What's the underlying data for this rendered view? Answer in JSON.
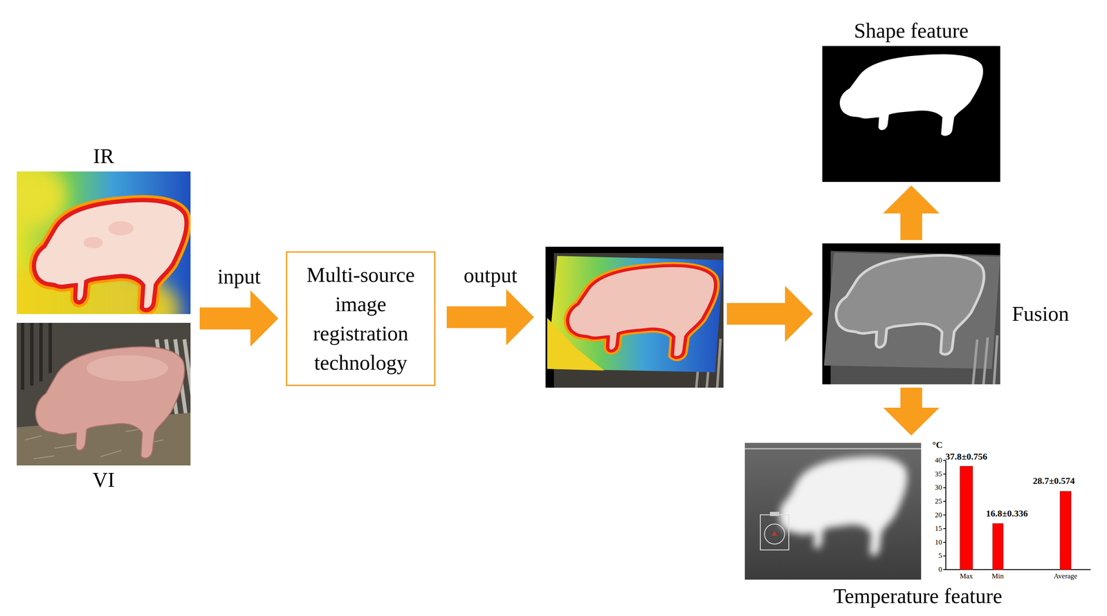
{
  "diagram": {
    "nodes": [
      {
        "text": [
          "IR"
        ]
      },
      {
        "text": [
          "VI"
        ]
      },
      {
        "text": [
          "Multi-source image registration technology"
        ]
      },
      {
        "text": []
      },
      {
        "text": [
          "Fusion"
        ]
      },
      {
        "text": [
          "Shape feature"
        ]
      },
      {
        "text": [
          "Temperature feature"
        ]
      }
    ],
    "edges": [
      {
        "from": 0,
        "to": 2,
        "arrow": "to",
        "label": "input"
      },
      {
        "from": 1,
        "to": 2,
        "arrow": "to"
      },
      {
        "from": 2,
        "to": 3,
        "arrow": "to",
        "label": "output"
      },
      {
        "from": 3,
        "to": 4,
        "arrow": "to"
      },
      {
        "from": 4,
        "to": 5,
        "arrow": "to"
      },
      {
        "from": 4,
        "to": 6,
        "arrow": "to"
      }
    ],
    "labels": [
      "°C",
      "40",
      "35",
      "30",
      "25",
      "20",
      "15",
      "10",
      "5",
      "0",
      "37.8±0.756",
      "16.8±0.336",
      "28.7±0.574",
      "Max",
      "Min",
      "Average"
    ]
  }
}
